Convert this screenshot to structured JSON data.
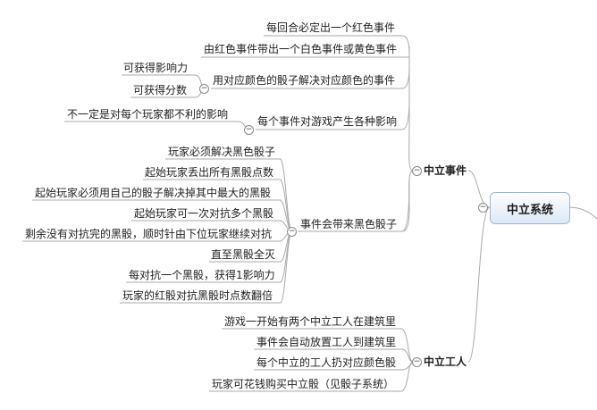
{
  "root": {
    "label": "中立系统",
    "collapse_symbol": "−"
  },
  "branches": {
    "neutral_events": {
      "label": "中立事件",
      "children": {
        "c1": "每回合必定出一个红色事件",
        "c2": "由红色事件带出一个白色事件或黄色事件",
        "c3": {
          "label": "用对应颜色的骰子解决对应颜色的事件",
          "children": [
            "可获得影响力",
            "可获得分数"
          ]
        },
        "c4": {
          "label": "每个事件对游戏产生各种影响",
          "children": [
            "不一定是对每个玩家都不利的影响"
          ]
        },
        "c5": {
          "label": "事件会带来黑色骰子",
          "children": [
            "玩家必须解决黑色骰子",
            "起始玩家丢出所有黑骰点数",
            "起始玩家必须用自己的骰子解决掉其中最大的黑骰",
            "起始玩家可一次对抗多个黑骰",
            "剩余没有对抗完的黑骰，顺时针由下位玩家继续对抗",
            "直至黑骰全灭",
            "每对抗一个黑骰，获得1影响力",
            "玩家的红骰对抗黑骰时点数翻倍"
          ]
        }
      }
    },
    "neutral_workers": {
      "label": "中立工人",
      "children": [
        "游戏一开始有两个中立工人在建筑里",
        "事件会自动放置工人到建筑里",
        "每个中立的工人扔对应颜色骰",
        "玩家可花钱购买中立骰（见骰子系统）"
      ]
    }
  }
}
